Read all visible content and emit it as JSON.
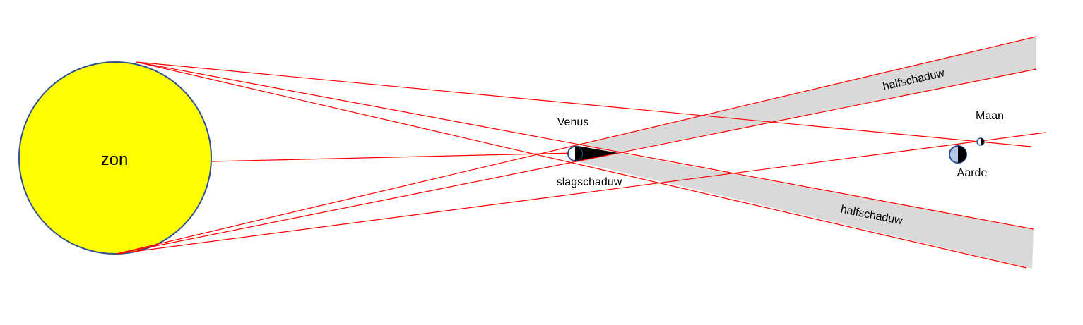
{
  "labels": {
    "sun": "zon",
    "venus": "Venus",
    "umbra": "slagschaduw",
    "penumbra_upper": "halfschaduw",
    "penumbra_lower": "halfschaduw",
    "moon": "Maan",
    "earth": "Aarde"
  },
  "colors": {
    "sun_fill": "#FFFF00",
    "outline": "#2F528F",
    "ray": "#FF0000",
    "penumbra": "#D9D9D9",
    "umbra": "#000000",
    "earth_lit": "#B4C7E7"
  }
}
